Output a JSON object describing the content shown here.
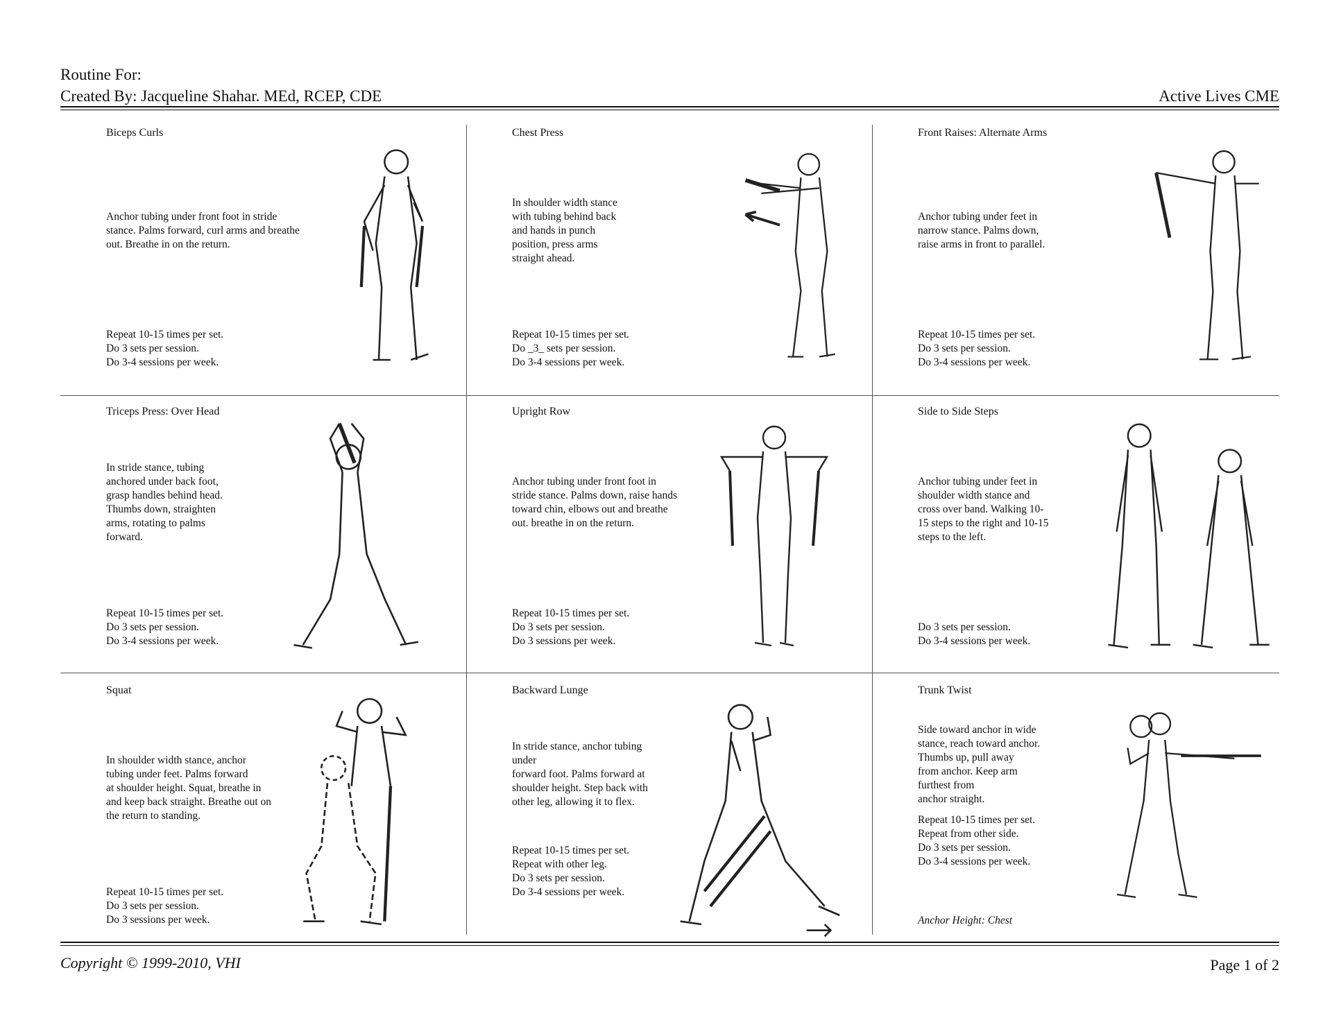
{
  "header": {
    "routine_label": "Routine For:",
    "created_by": "Created By: Jacqueline Shahar. MEd, RCEP, CDE",
    "organization": "Active Lives CME"
  },
  "exercises": [
    {
      "title": "Biceps Curls",
      "description": "Anchor tubing under front foot in stride\nstance. Palms forward, curl arms and breathe\nout. Breathe in on the return.",
      "reps": "Repeat 10-15  times per set.\nDo  3  sets per session.\nDo  3-4  sessions per week.",
      "icon": "standing-figure-biceps-curl-icon"
    },
    {
      "title": "Chest Press",
      "description": "In shoulder width stance\nwith tubing behind back\nand hands in punch\nposition, press arms\nstraight ahead.",
      "reps": "Repeat 10-15 times per set.\nDo  _3_  sets per session.\nDo 3-4 sessions per week.",
      "icon": "standing-figure-chest-press-icon"
    },
    {
      "title": "Front Raises: Alternate Arms",
      "description": "Anchor tubing under feet in\nnarrow stance. Palms down,\nraise arms in front to parallel.",
      "reps": "Repeat 10-15 times per set.\nDo 3 sets per session.\nDo 3-4 sessions per week.",
      "icon": "standing-figure-front-raise-icon"
    },
    {
      "title": "Triceps Press: Over Head",
      "description": "In stride stance, tubing\nanchored under back foot,\ngrasp handles behind head.\nThumbs down, straighten\narms, rotating to palms\nforward.",
      "reps": "Repeat 10-15 times per set.\nDo 3 sets per session.\nDo 3-4 sessions per week.",
      "icon": "standing-figure-triceps-press-icon"
    },
    {
      "title": "Upright Row",
      "description": "Anchor tubing under front foot in\nstride stance. Palms down, raise hands\ntoward chin, elbows out and breathe\nout. breathe in on the return.",
      "reps": "Repeat 10-15   times per set.\nDo  3   sets per session.\nDo 3    sessions per week.",
      "icon": "standing-figure-upright-row-icon"
    },
    {
      "title": "Side to Side Steps",
      "description": "Anchor tubing under feet in\nshoulder width stance and\ncross over band. Walking 10-\n15 steps to the right and 10-15\nsteps to the left.",
      "reps": "Do  3   sets per session.\nDo 3-4   sessions per week.",
      "icon": "two-figures-side-steps-icon"
    },
    {
      "title": "Squat",
      "description": "In shoulder width stance,  anchor\ntubing under feet. Palms forward\nat shoulder height. Squat, breathe in\nand keep back straight. Breathe out on\nthe return to standing.",
      "reps": "Repeat 10-15   times per set.\nDo 3 sets per session.\nDo 3 sessions per week.",
      "icon": "figure-squat-icon"
    },
    {
      "title": "Backward Lunge",
      "description": "In stride stance, anchor tubing\nunder\nforward foot. Palms forward at\nshoulder height. Step back with\nother leg, allowing it to flex.",
      "reps": "Repeat 10-15 times per set.\nRepeat with other leg.\nDo 3 sets per session.\nDo 3-4 sessions per week.",
      "icon": "figure-backward-lunge-icon"
    },
    {
      "title": "Trunk Twist",
      "description": "Side toward anchor in wide\nstance, reach toward anchor.\nThumbs up, pull away\nfrom anchor. Keep arm\nfurthest from\nanchor straight.",
      "reps": "Repeat 10-15 times per set.\nRepeat from other side.\nDo 3 sets per session.\nDo 3-4 sessions per week.",
      "note": "Anchor Height: Chest",
      "icon": "figure-trunk-twist-icon"
    }
  ],
  "footer": {
    "copyright": "Copyright © 1999-2010, VHI",
    "page": "Page 1 of 2"
  }
}
